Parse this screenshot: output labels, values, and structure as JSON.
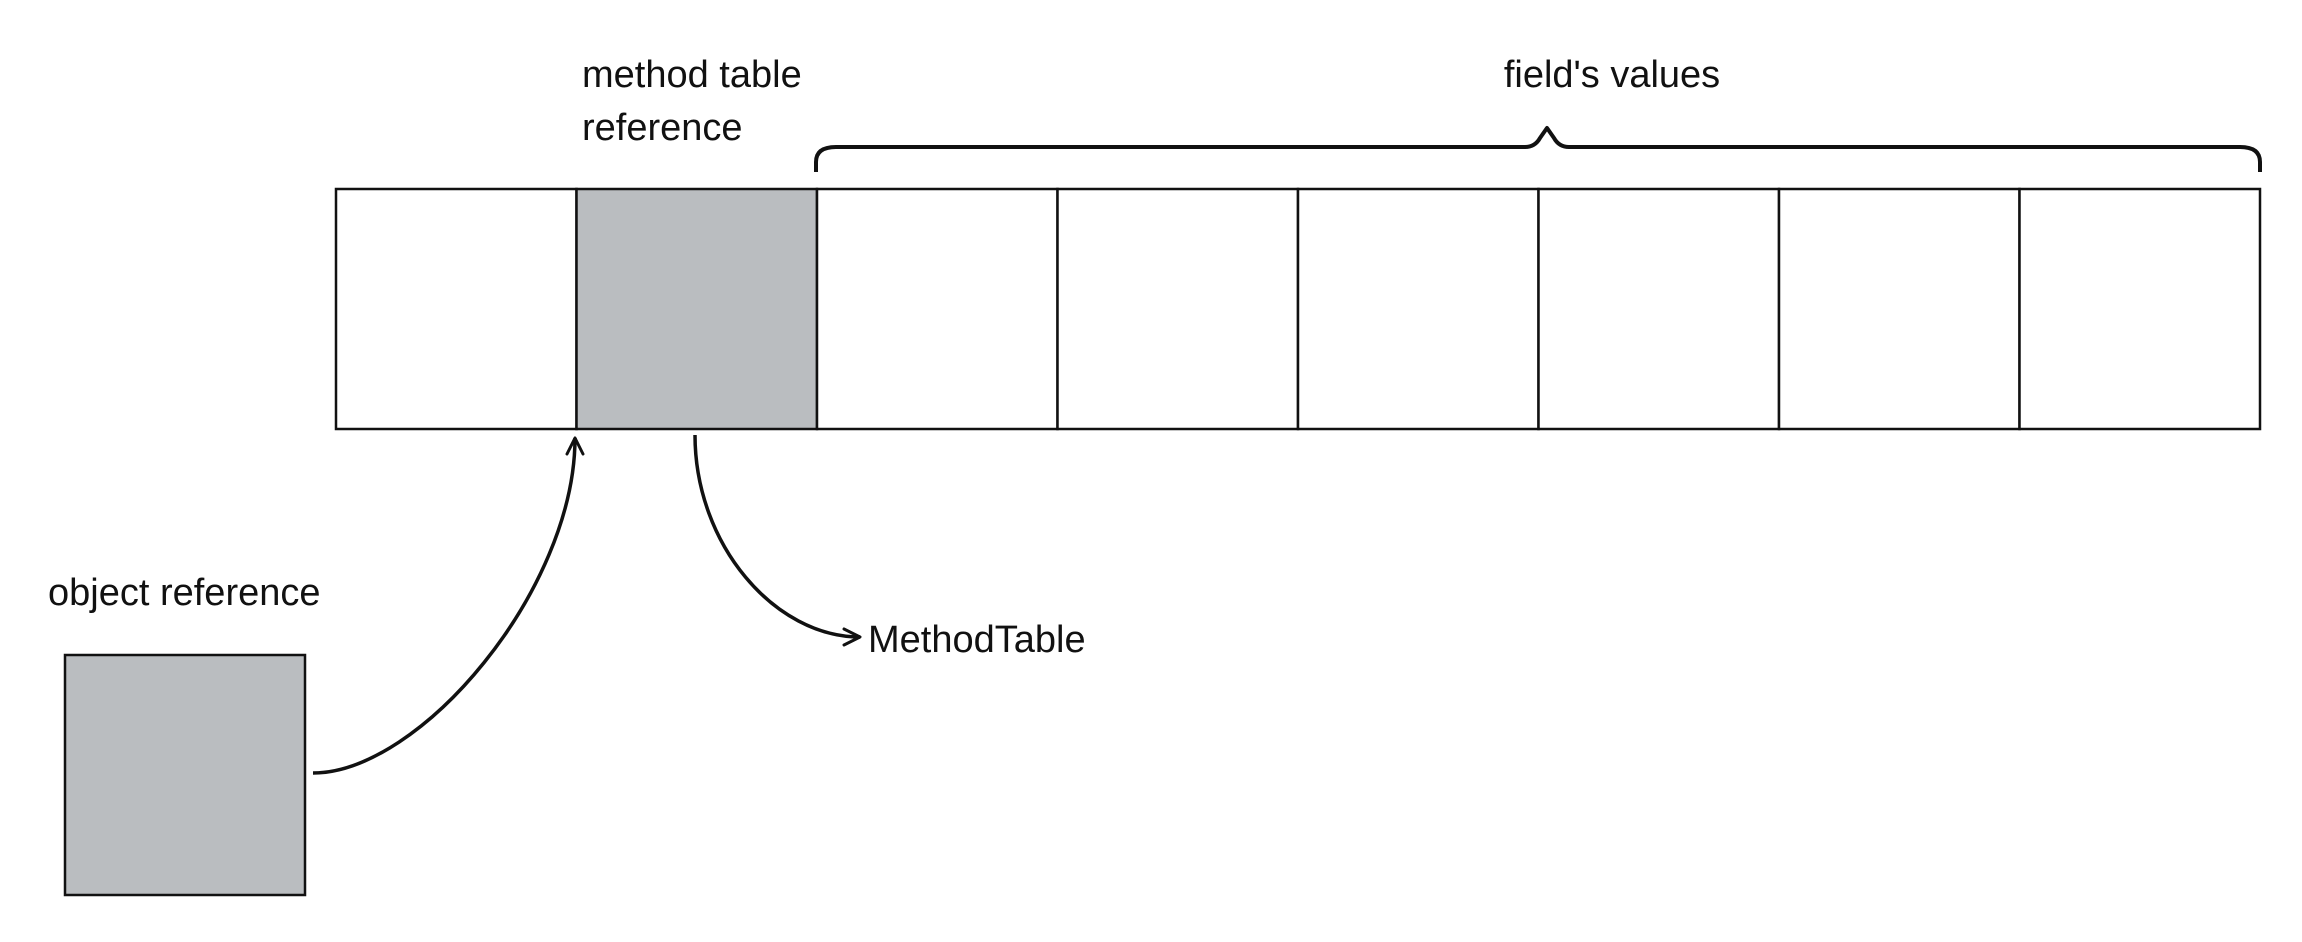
{
  "labels": {
    "method_table_reference_line1": "method table",
    "method_table_reference_line2": "reference",
    "fields_values": "field's values",
    "object_reference": "object reference",
    "method_table": "MethodTable"
  },
  "colors": {
    "stroke": "#111111",
    "filled_cell": "#babdc0",
    "empty_cell": "#ffffff",
    "background": "#ffffff"
  },
  "object_layout": {
    "cells": [
      {
        "role": "header",
        "filled": false
      },
      {
        "role": "method-table-pointer",
        "filled": true
      },
      {
        "role": "field",
        "filled": false
      },
      {
        "role": "field",
        "filled": false
      },
      {
        "role": "field",
        "filled": false
      },
      {
        "role": "field",
        "filled": false
      },
      {
        "role": "field",
        "filled": false
      },
      {
        "role": "field",
        "filled": false
      }
    ]
  }
}
